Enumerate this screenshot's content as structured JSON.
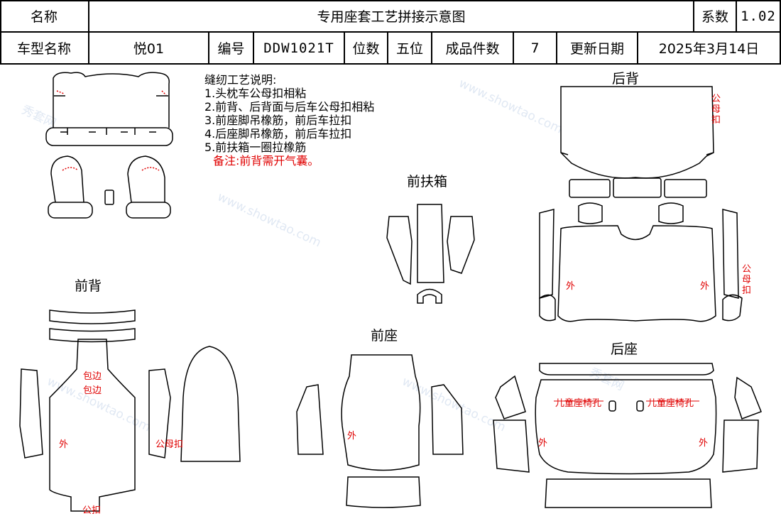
{
  "header": {
    "name_label": "名称",
    "title": "专用座套工艺拼接示意图",
    "coef_label": "系数",
    "coef_value": "1.02",
    "model_label": "车型名称",
    "model_value": "悦01",
    "code_label": "编号",
    "code_value": "DDW1021T",
    "seats_label": "位数",
    "seats_value": "五位",
    "pieces_label": "成品件数",
    "pieces_value": "7",
    "date_label": "更新日期",
    "date_value": "2025年3月14日"
  },
  "notes": {
    "title": "缝纫工艺说明:",
    "items": [
      "1.头枕车公母扣相粘",
      "2.前背、后背面与后车公母扣相粘",
      "3.前座脚吊橡筋，前后车拉扣",
      "4.后座脚吊橡筋，前后车拉扣",
      "5.前扶箱一圈拉橡筋"
    ],
    "remark": "备注:前背需开气囊。"
  },
  "sections": {
    "rear_back": "后背",
    "front_armrest": "前扶箱",
    "front_back": "前背",
    "front_seat": "前座",
    "rear_seat": "后座"
  },
  "labels": {
    "outer": "外",
    "snap": "公母扣",
    "bind_edge": "包边",
    "male_snap": "公扣",
    "child_seat_hole": "儿童座椅孔"
  },
  "watermark": {
    "brand": "秀套网",
    "site": "www.showtao.com"
  },
  "colors": {
    "annotation": "#e00000",
    "outline": "#000000",
    "watermark": "#c8d6ea"
  }
}
